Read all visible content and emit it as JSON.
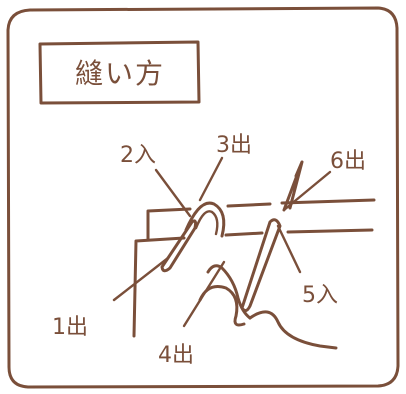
{
  "title": "縫い方",
  "labels": {
    "step1": "1出",
    "step2": "2入",
    "step3": "3出",
    "step4": "4出",
    "step5": "5入",
    "step6": "6出"
  },
  "colors": {
    "ink": "#7a4f3a",
    "background": "#ffffff"
  }
}
